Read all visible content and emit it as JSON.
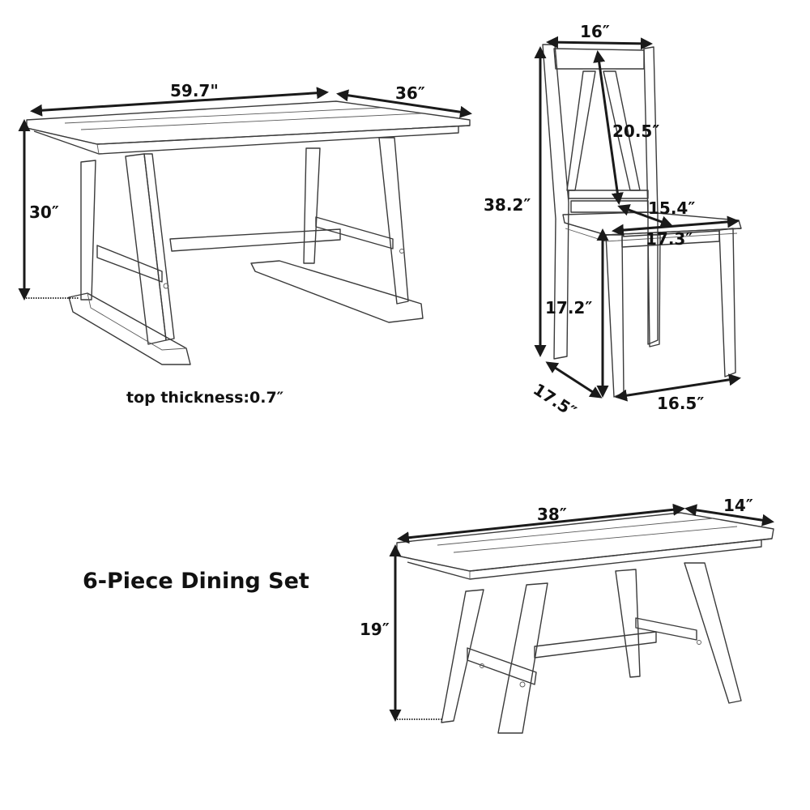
{
  "title": "6-Piece Dining Set",
  "table": {
    "length": "59.7\"",
    "width": "36″",
    "height": "30″",
    "note": "top thickness:0.7″"
  },
  "chair": {
    "back_width": "16″",
    "back_height": "20.5″",
    "total_height": "38.2″",
    "seat_depth": "15.4″",
    "seat_width": "17.3″",
    "seat_height": "17.2″",
    "base_depth": "17.5″",
    "base_width": "16.5″"
  },
  "bench": {
    "length": "38″",
    "width": "14″",
    "height": "19″"
  },
  "colors": {
    "ink": "#111111",
    "line": "#3a3a3a",
    "background": "#ffffff"
  }
}
